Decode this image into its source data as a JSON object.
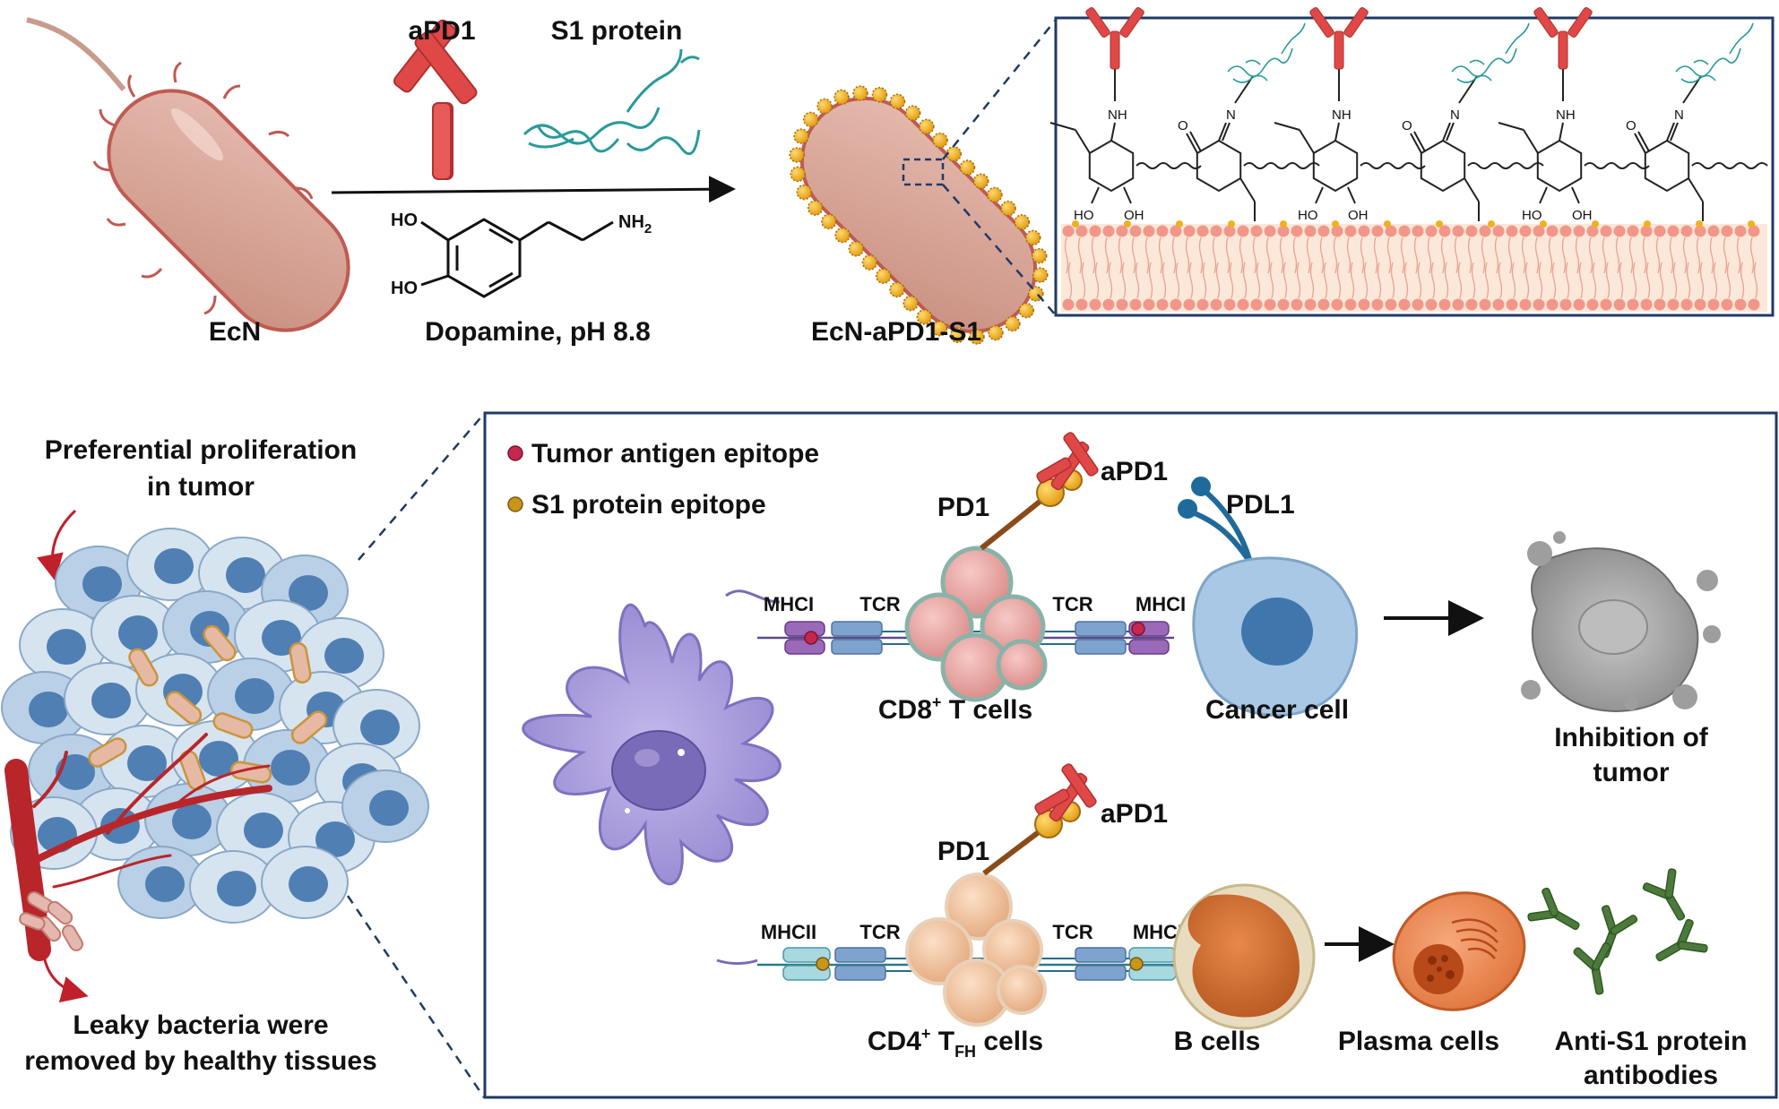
{
  "top": {
    "ecn_label": "EcN",
    "apd1_label": "aPD1",
    "s1_label": "S1 protein",
    "dopamine_label": "Dopamine, pH 8.8",
    "product_label": "EcN-aPD1-S1",
    "chem_ho1": "HO",
    "chem_ho2": "HO",
    "chem_nh2": "NH",
    "chem_nh2_sub": "2"
  },
  "inset": {
    "nh": "NH",
    "n": "N",
    "o": "O",
    "ho": "HO",
    "oh": "OH"
  },
  "tumor": {
    "top_line1": "Preferential proliferation",
    "top_line2": "in tumor",
    "bottom_line1": "Leaky bacteria were",
    "bottom_line2": "removed by healthy tissues"
  },
  "legend": {
    "tumor_epitope": "Tumor antigen epitope",
    "s1_epitope": "S1 protein epitope",
    "tumor_color": "#c7264f",
    "s1_color": "#c9951a"
  },
  "immune": {
    "apd1_a": "aPD1",
    "pd1_a": "PD1",
    "pdl1": "PDL1",
    "mhci_left": "MHCI",
    "tcr_left_a": "TCR",
    "tcr_right_a": "TCR",
    "mhci_right": "MHCI",
    "cd8_main": "CD8",
    "cd8_sup": "+",
    "cd8_rest": " T cells",
    "cancer": "Cancer cell",
    "inhibition_line1": "Inhibition of",
    "inhibition_line2": "tumor",
    "apd1_b": "aPD1",
    "pd1_b": "PD1",
    "mhcii_left": "MHCII",
    "tcr_left_b": "TCR",
    "tcr_right_b": "TCR",
    "mhcii_right": "MHCII",
    "cd4_main": "CD4",
    "cd4_sup": "+",
    "cd4_mid": " T",
    "cd4_sub": "FH",
    "cd4_rest": " cells",
    "bcells": "B cells",
    "plasma": "Plasma cells",
    "anti_line1": "Anti-S1 protein",
    "anti_line2": "antibodies"
  },
  "colors": {
    "frame": "#1f3a66",
    "bacteria_body": "#d9a89a",
    "bacteria_edge": "#c05a52",
    "gold": "#f0a820",
    "antibody_red": "#e04848",
    "protein_teal": "#2a9a9a",
    "tumor_cell": "#cfe0ee",
    "tumor_nucleus": "#4f7fb3",
    "vessel": "#b8262a",
    "dendritic": "#a89ad8",
    "cd8": "#e8a9a6",
    "cd4": "#f2c7a4",
    "cancer": "#a9c8e6",
    "dead_tumor": "#9a9a9a",
    "bcell": "#d97a3c",
    "plasma": "#e88a56",
    "anti_antibody": "#4d7a3c"
  }
}
